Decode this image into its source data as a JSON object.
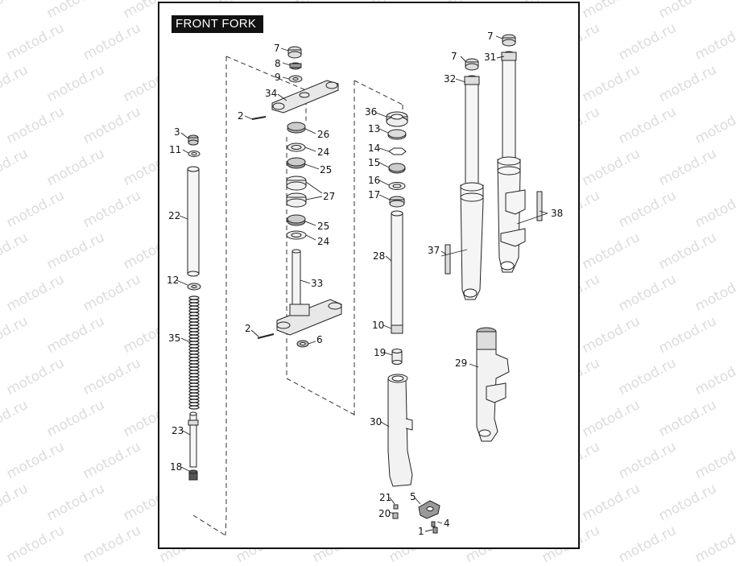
{
  "title": "FRONT FORK",
  "watermark": "motod.ru",
  "callouts": [
    {
      "id": "c7a",
      "label": "7"
    },
    {
      "id": "c8",
      "label": "8"
    },
    {
      "id": "c9",
      "label": "9"
    },
    {
      "id": "c34",
      "label": "34"
    },
    {
      "id": "c2a",
      "label": "2"
    },
    {
      "id": "c26",
      "label": "26"
    },
    {
      "id": "c24a",
      "label": "24"
    },
    {
      "id": "c25a",
      "label": "25"
    },
    {
      "id": "c27",
      "label": "27"
    },
    {
      "id": "c25b",
      "label": "25"
    },
    {
      "id": "c24b",
      "label": "24"
    },
    {
      "id": "c33",
      "label": "33"
    },
    {
      "id": "c2b",
      "label": "2"
    },
    {
      "id": "c6",
      "label": "6"
    },
    {
      "id": "c3",
      "label": "3"
    },
    {
      "id": "c11",
      "label": "11"
    },
    {
      "id": "c22",
      "label": "22"
    },
    {
      "id": "c12",
      "label": "12"
    },
    {
      "id": "c35",
      "label": "35"
    },
    {
      "id": "c23",
      "label": "23"
    },
    {
      "id": "c18",
      "label": "18"
    },
    {
      "id": "c36",
      "label": "36"
    },
    {
      "id": "c13",
      "label": "13"
    },
    {
      "id": "c14",
      "label": "14"
    },
    {
      "id": "c15",
      "label": "15"
    },
    {
      "id": "c16",
      "label": "16"
    },
    {
      "id": "c17",
      "label": "17"
    },
    {
      "id": "c28",
      "label": "28"
    },
    {
      "id": "c10",
      "label": "10"
    },
    {
      "id": "c19",
      "label": "19"
    },
    {
      "id": "c30",
      "label": "30"
    },
    {
      "id": "c21",
      "label": "21"
    },
    {
      "id": "c20",
      "label": "20"
    },
    {
      "id": "c5",
      "label": "5"
    },
    {
      "id": "c4",
      "label": "4"
    },
    {
      "id": "c1",
      "label": "1"
    },
    {
      "id": "c7b",
      "label": "7"
    },
    {
      "id": "c7c",
      "label": "7"
    },
    {
      "id": "c31",
      "label": "31"
    },
    {
      "id": "c32",
      "label": "32"
    },
    {
      "id": "c37",
      "label": "37"
    },
    {
      "id": "c38",
      "label": "38"
    },
    {
      "id": "c29",
      "label": "29"
    }
  ]
}
